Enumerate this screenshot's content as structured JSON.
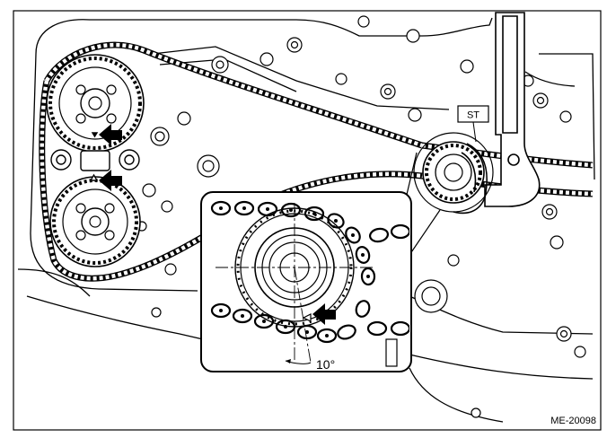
{
  "figure": {
    "tool_label": "ST",
    "angle_label": "10°",
    "figure_code": "ME-20098"
  },
  "style": {
    "line_color": "#000000",
    "background": "#ffffff"
  },
  "icons": {
    "marker_arrows": "arrow-left-icon",
    "timing_marks": "triangle-mark-icon"
  }
}
